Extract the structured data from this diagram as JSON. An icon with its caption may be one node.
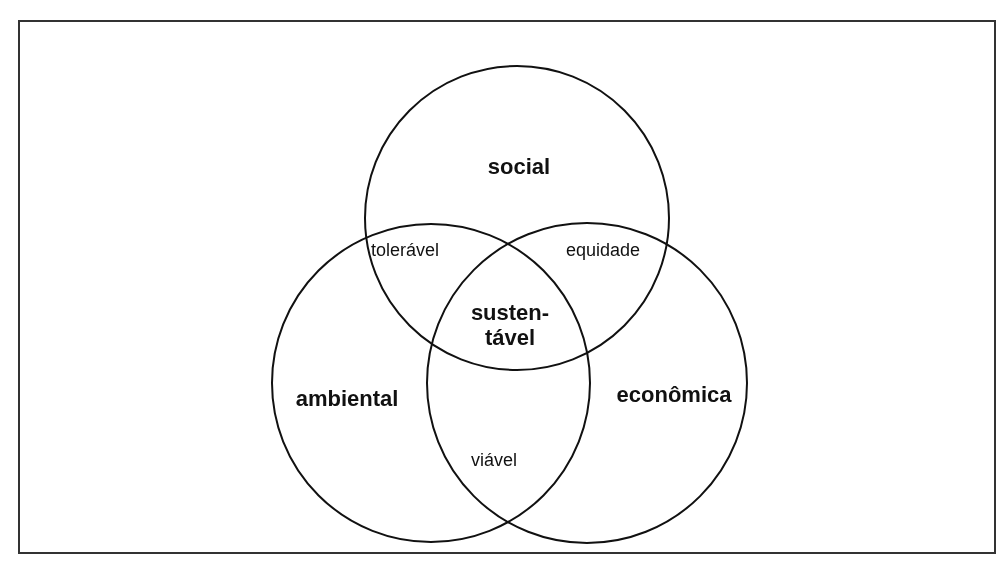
{
  "diagram": {
    "nodes": [
      {
        "text": [
          "social"
        ]
      },
      {
        "text": [
          "ambiental"
        ]
      },
      {
        "text": [
          "econômica"
        ]
      }
    ],
    "labels": [
      "tolerável",
      "equidade",
      "susten- tável",
      "viável"
    ]
  }
}
